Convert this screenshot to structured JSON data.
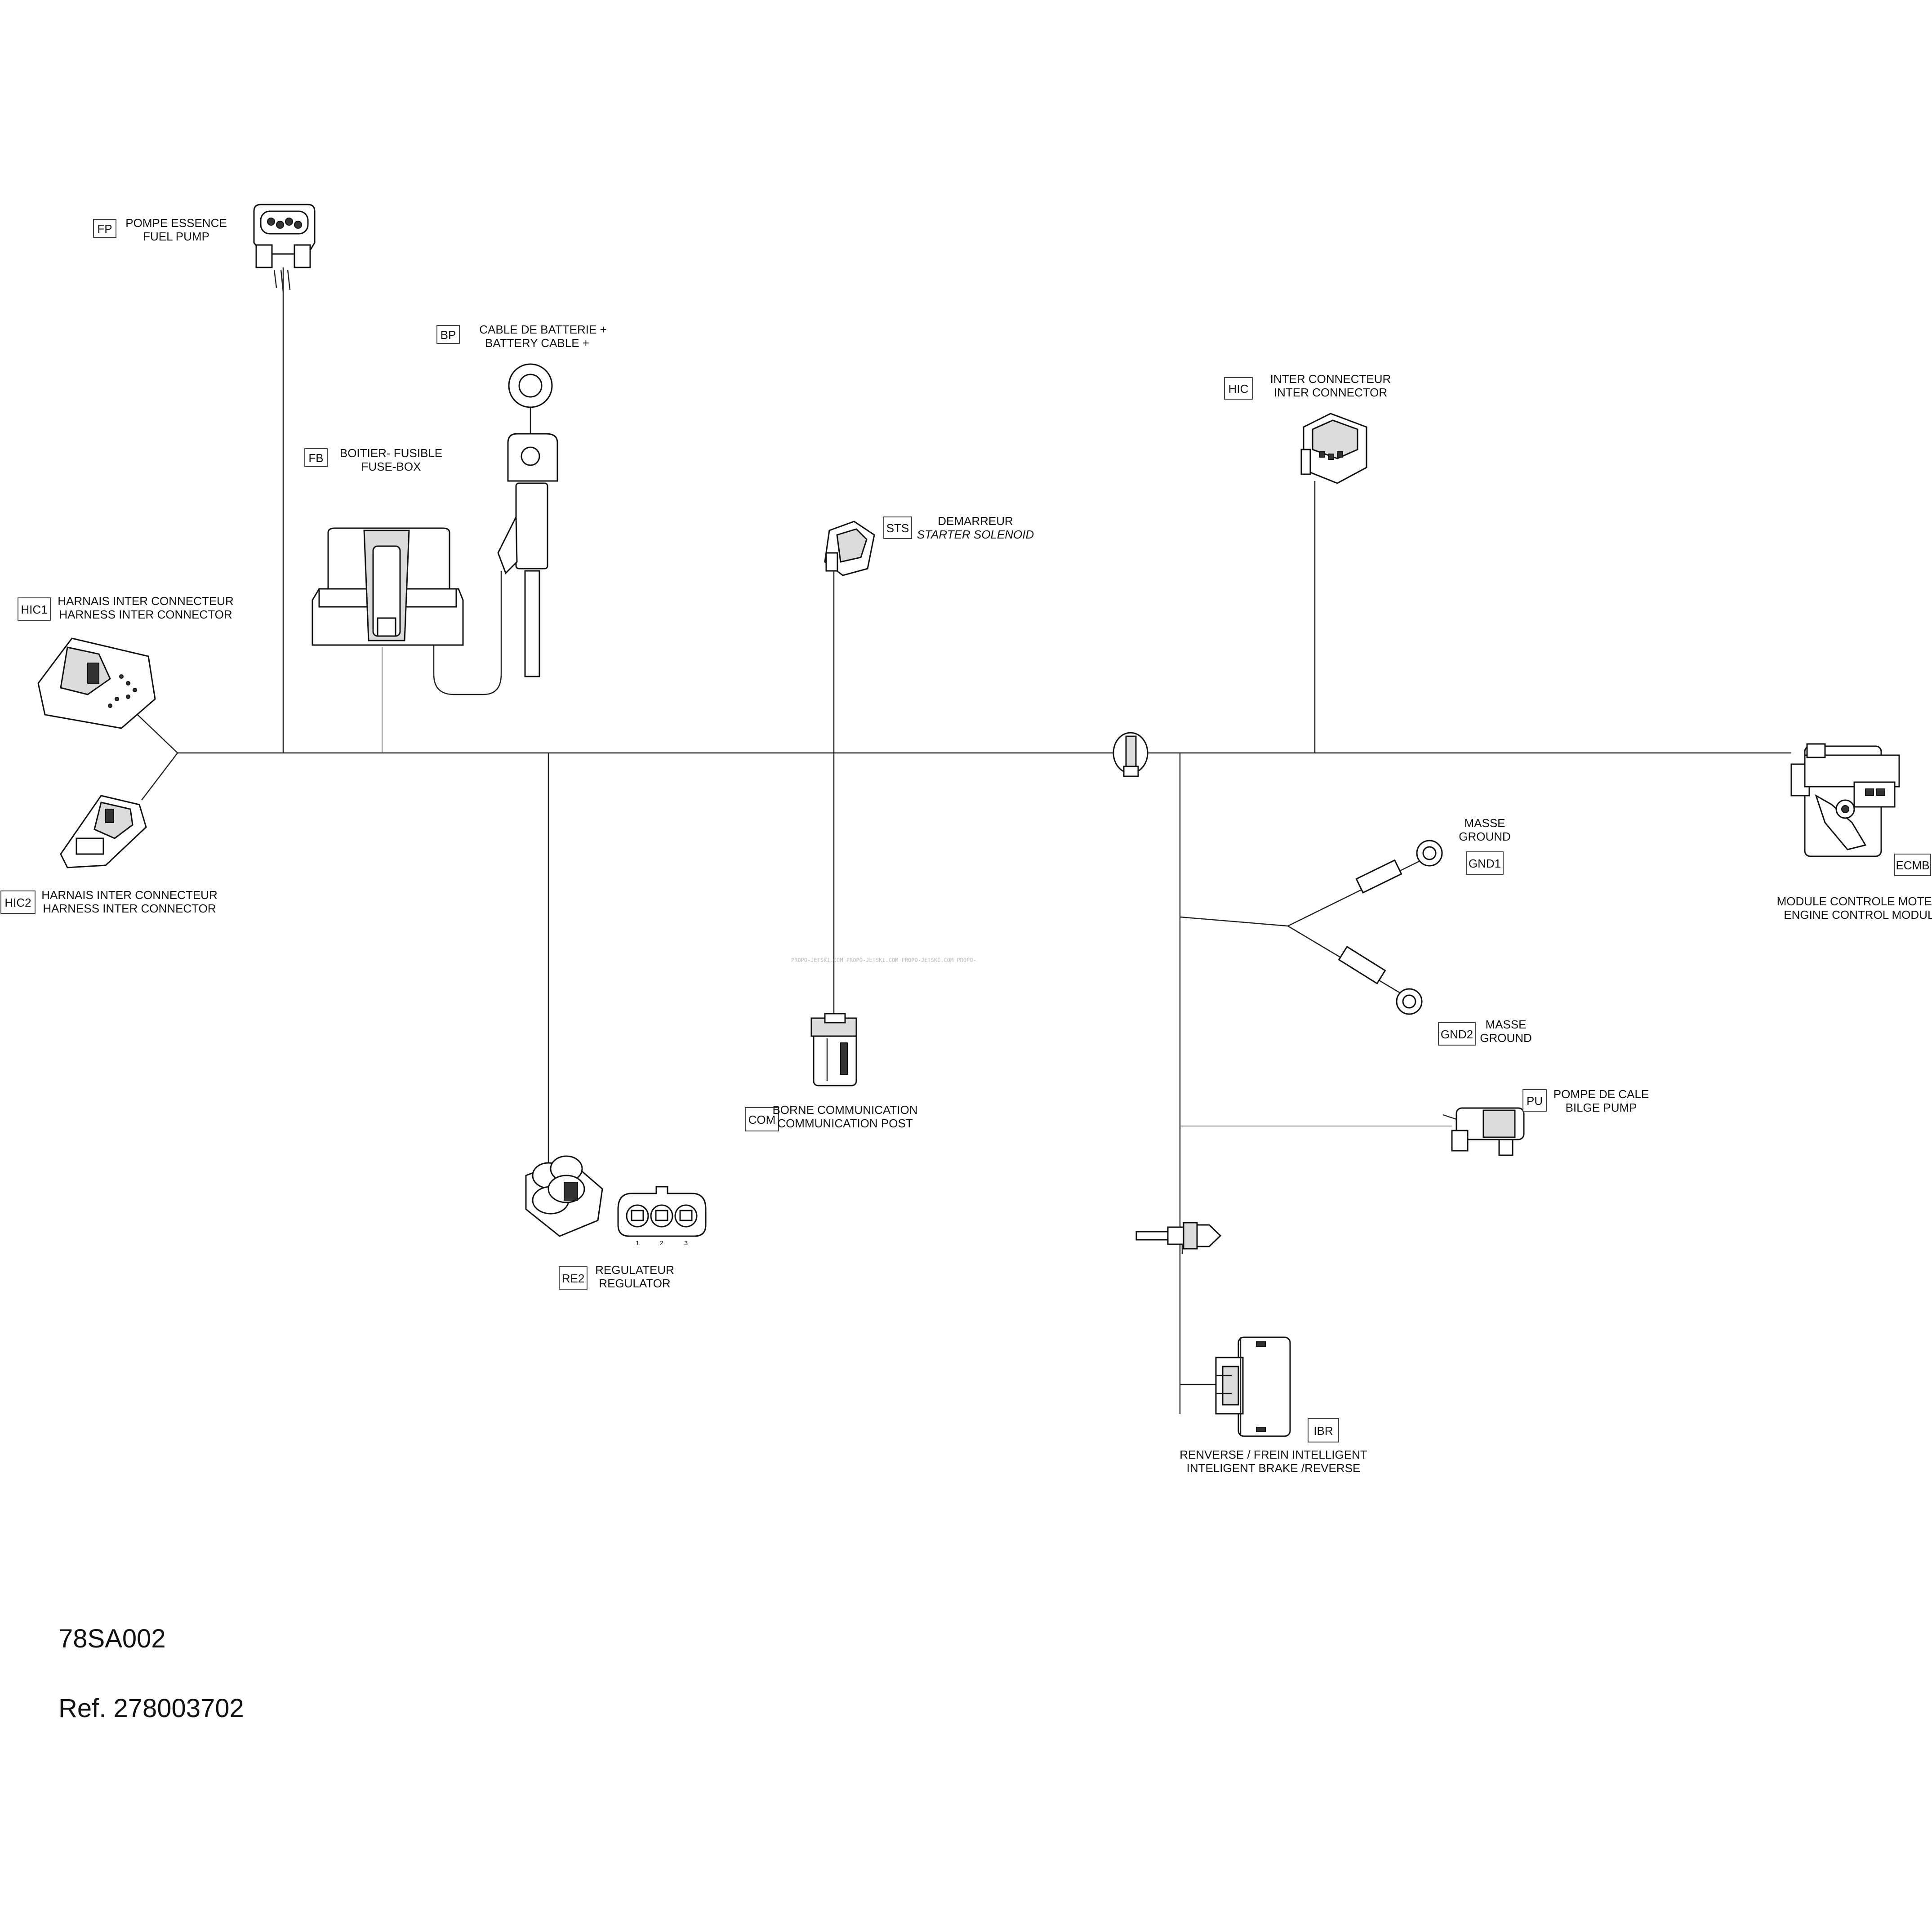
{
  "components": {
    "fp": {
      "code": "FP",
      "line1": "POMPE ESSENCE",
      "line2": "FUEL PUMP"
    },
    "bp": {
      "code": "BP",
      "line1": "CABLE DE BATTERIE +",
      "line2": "BATTERY CABLE +"
    },
    "fb": {
      "code": "FB",
      "line1": "BOITIER- FUSIBLE",
      "line2": "FUSE-BOX"
    },
    "hic": {
      "code": "HIC",
      "line1": "INTER CONNECTEUR",
      "line2": "INTER CONNECTOR"
    },
    "sts": {
      "code": "STS",
      "line1": "DEMARREUR",
      "line2": "STARTER SOLENOID"
    },
    "hic1": {
      "code": "HIC1",
      "line1": "HARNAIS INTER CONNECTEUR",
      "line2": "HARNESS INTER CONNECTOR"
    },
    "hic2": {
      "code": "HIC2",
      "line1": "HARNAIS INTER CONNECTEUR",
      "line2": "HARNESS INTER CONNECTOR"
    },
    "ecmb": {
      "code": "ECMB",
      "line1": "MODULE CONTROLE MOTEUR",
      "line2": "ENGINE CONTROL MODULE"
    },
    "gnd1": {
      "code": "GND1",
      "line1": "MASSE",
      "line2": "GROUND"
    },
    "gnd2": {
      "code": "GND2",
      "line1": "MASSE",
      "line2": "GROUND"
    },
    "com": {
      "code": "COM",
      "line1": "BORNE COMMUNICATION",
      "line2": "COMMUNICATION POST"
    },
    "pu": {
      "code": "PU",
      "line1": "POMPE DE CALE",
      "line2": "BILGE PUMP"
    },
    "re2": {
      "code": "RE2",
      "line1": "REGULATEUR",
      "line2": "REGULATOR",
      "pins": [
        "1",
        "2",
        "3"
      ]
    },
    "ibr": {
      "code": "IBR",
      "line1": "RENVERSE / FREIN INTELLIGENT",
      "line2": "INTELIGENT BRAKE /REVERSE"
    }
  },
  "watermark": "PROPO-JETSKI.COM PROPO-JETSKI.COM PROPO-JETSKI.COM PROPO-",
  "document": {
    "number": "78SA002",
    "reference": "Ref. 278003702"
  },
  "colors": {
    "ink": "#111111",
    "background": "#ffffff"
  }
}
